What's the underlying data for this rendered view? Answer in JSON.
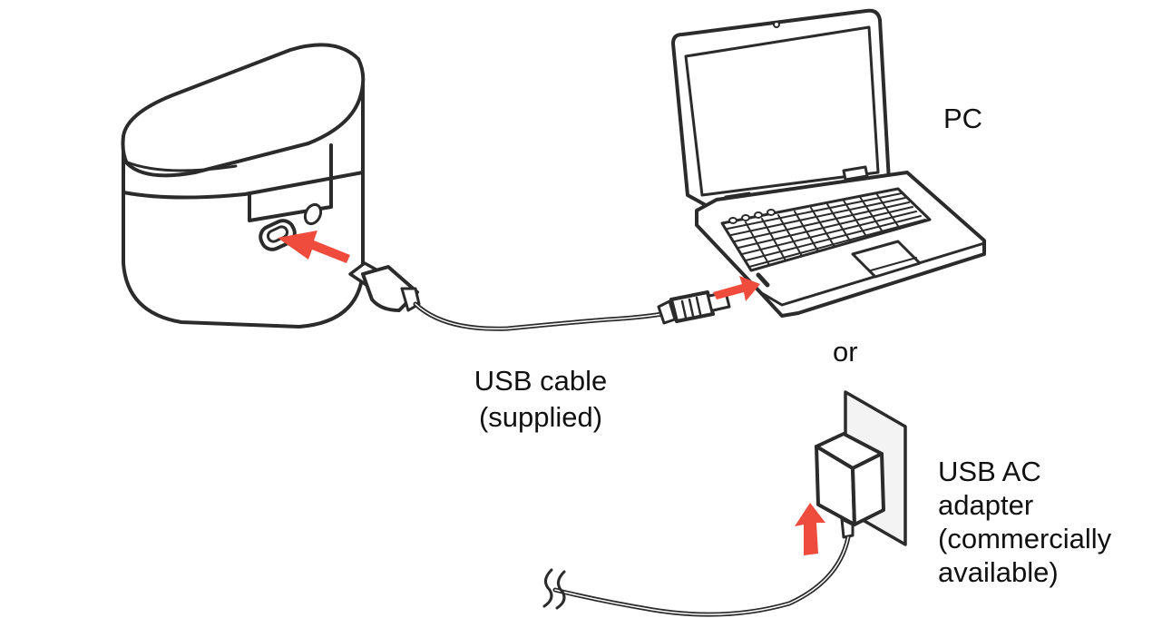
{
  "labels": {
    "pc": "PC",
    "or": "or",
    "usb_cable_line1": "USB cable",
    "usb_cable_line2": "(supplied)",
    "adapter_line1": "USB AC",
    "adapter_line2": "adapter",
    "adapter_line3": "(commercially",
    "adapter_line4": "available)"
  },
  "colors": {
    "arrow": "#f04c3e",
    "stroke": "#2b2b2b",
    "fill": "#ffffff",
    "light_fill": "#f3f3f3"
  },
  "icons": [
    "charging-case-icon",
    "laptop-icon",
    "usb-cable-icon",
    "usb-ac-adapter-icon",
    "wall-outlet-icon",
    "arrow-icon"
  ]
}
